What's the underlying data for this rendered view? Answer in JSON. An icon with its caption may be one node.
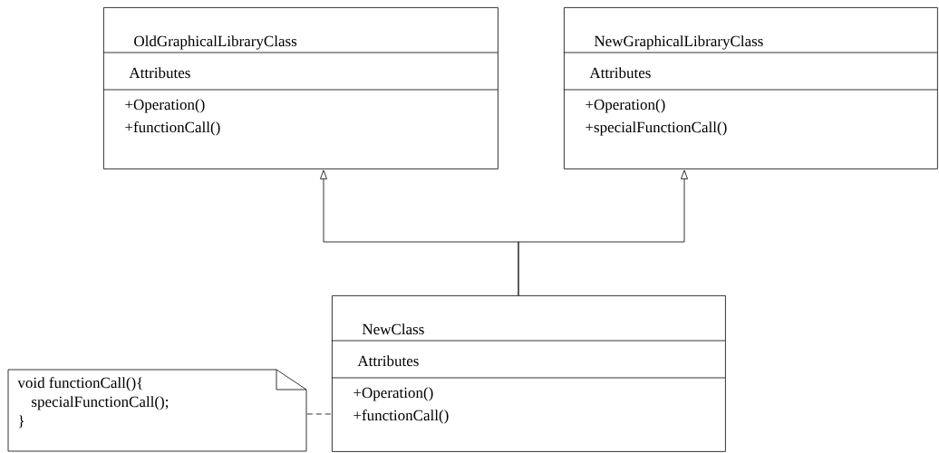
{
  "diagram": {
    "nodes": [
      {
        "text": [
          "OldGraphicalLibraryClass",
          "Attributes",
          "+Operation()",
          "+functionCall()"
        ]
      },
      {
        "text": [
          "NewGraphicalLibraryClass",
          "Attributes",
          "+Operation()",
          "+specialFunctionCall()"
        ]
      },
      {
        "text": [
          "NewClass",
          "Attributes",
          "+Operation()",
          "+functionCall()"
        ]
      },
      {
        "text": [
          "void functionCall(){",
          "specialFunctionCall();",
          "}"
        ]
      }
    ],
    "edges": [
      {
        "from": 2,
        "to": 0,
        "arrow": "to"
      },
      {
        "from": 2,
        "to": 1,
        "arrow": "to"
      },
      {
        "from": 3,
        "to": 2,
        "arrow": "none",
        "style": "dashed"
      }
    ]
  }
}
